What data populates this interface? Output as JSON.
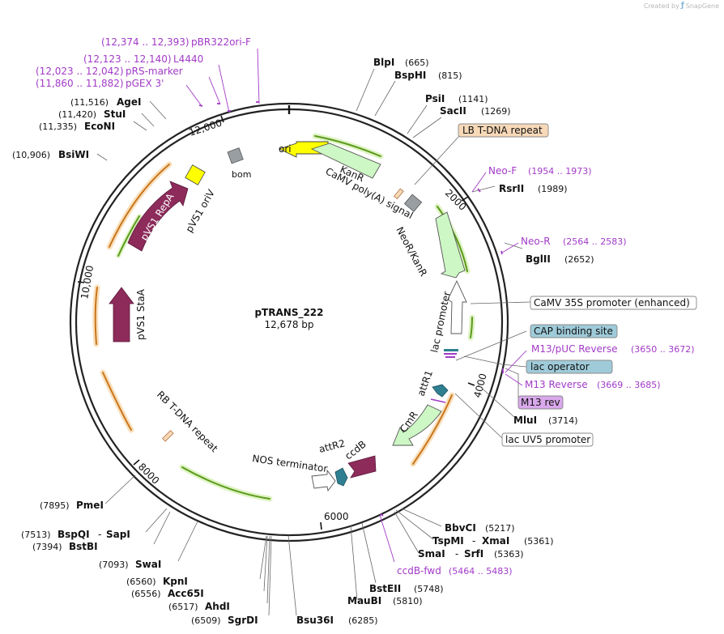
{
  "header": {
    "credit_prefix": "Created by",
    "credit_brand": "SnapGene"
  },
  "plasmid": {
    "name": "pTRANS_222",
    "length": "12,678 bp"
  },
  "ticks": {
    "t2000": "2000",
    "t4000": "4000",
    "t6000": "6000",
    "t8000": "8000",
    "t10000": "10,000",
    "t12000": "12,000"
  },
  "features": {
    "ori": "ori",
    "kanr": "KanR",
    "bom": "bom",
    "pvs1_oriv": "pVS1 oriV",
    "pvs1_repa": "pVS1 RepA",
    "pvs1_staa": "pVS1 StaA",
    "camv_polya": "CaMV poly(A) signal",
    "neor_kanr": "NeoR/KanR",
    "lac_promoter": "lac promoter",
    "attr1": "attR1",
    "cmr": "CmR",
    "ccdb": "ccdB",
    "attr2": "attR2",
    "nos_terminator": "NOS terminator",
    "rb_tdna": "RB T-DNA repeat"
  },
  "callouts": {
    "lb_tdna": "LB T-DNA repeat",
    "camv35s": "CaMV 35S promoter (enhanced)",
    "cap_site": "CAP binding site",
    "lac_operator": "lac operator",
    "m13_rev": "M13 rev",
    "lac_uv5": "lac UV5 promoter"
  },
  "primers": {
    "pbr322": {
      "pos": "(12,374 .. 12,393)",
      "name": "pBR322ori-F"
    },
    "l4440": {
      "pos": "(12,123 .. 12,140)",
      "name": "L4440"
    },
    "prs": {
      "pos": "(12,023 .. 12,042)",
      "name": "pRS-marker"
    },
    "pgex": {
      "pos": "(11,860 .. 11,882)",
      "name": "pGEX 3'"
    },
    "neof": {
      "name": "Neo-F",
      "pos": "(1954 .. 1973)"
    },
    "neor": {
      "name": "Neo-R",
      "pos": "(2564 .. 2583)"
    },
    "m13puc": {
      "name": "M13/pUC Reverse",
      "pos": "(3650 .. 3672)"
    },
    "m13reverse": {
      "name": "M13 Reverse",
      "pos": "(3669 .. 3685)"
    },
    "ccdbfwd": {
      "name": "ccdB-fwd",
      "pos": "(5464 .. 5483)"
    }
  },
  "sites": {
    "blpi": {
      "name": "BlpI",
      "pos": "(665)"
    },
    "bsphi": {
      "name": "BspHI",
      "pos": "(815)"
    },
    "psii": {
      "name": "PsiI",
      "pos": "(1141)"
    },
    "sacii": {
      "name": "SacII",
      "pos": "(1269)"
    },
    "rsrii": {
      "name": "RsrII",
      "pos": "(1989)"
    },
    "bglii": {
      "name": "BglII",
      "pos": "(2652)"
    },
    "mlui": {
      "name": "MluI",
      "pos": "(3714)"
    },
    "bbvci": {
      "name": "BbvCI",
      "pos": "(5217)"
    },
    "tspmi": {
      "name": "TspMI",
      "sep": "-",
      "name2": "XmaI",
      "pos": "(5361)"
    },
    "smai": {
      "name": "SmaI",
      "sep": "-",
      "name2": "SrfI",
      "pos": "(5363)"
    },
    "bsteii": {
      "name": "BstEII",
      "pos": "(5748)"
    },
    "maubi": {
      "name": "MauBI",
      "pos": "(5810)"
    },
    "bsu36i": {
      "name": "Bsu36I",
      "pos": "(6285)"
    },
    "sgrdi": {
      "pos": "(6509)",
      "name": "SgrDI"
    },
    "ahdi": {
      "pos": "(6517)",
      "name": "AhdI"
    },
    "acc65i": {
      "pos": "(6556)",
      "name": "Acc65I"
    },
    "kpni": {
      "pos": "(6560)",
      "name": "KpnI"
    },
    "swai": {
      "pos": "(7093)",
      "name": "SwaI"
    },
    "bstbi": {
      "pos": "(7394)",
      "name": "BstBI"
    },
    "bspqi": {
      "pos": "(7513)",
      "name": "BspQI",
      "sep": "-",
      "name2": "SapI"
    },
    "pmei": {
      "pos": "(7895)",
      "name": "PmeI"
    },
    "bsiwi": {
      "pos": "(10,906)",
      "name": "BsiWI"
    },
    "econi": {
      "pos": "(11,335)",
      "name": "EcoNI"
    },
    "stui": {
      "pos": "(11,420)",
      "name": "StuI"
    },
    "agei": {
      "pos": "(11,516)",
      "name": "AgeI"
    }
  },
  "colors": {
    "backbone": "#222222",
    "marker_green": "#cdf7c4",
    "origin_yellow": "#ffff00",
    "repa_maroon": "#8d2b5b",
    "att_teal": "#2f7f91",
    "misc_gray": "#999ea3",
    "tdna_peach": "#f7d9b8",
    "primer_purple": "#a23ac7",
    "protein_box_blue": "#9fcbd9",
    "primer_box_lilac": "#d9a8ec",
    "orf_green_band": "#7fbf2a",
    "orf_orange_band": "#e8a44a"
  }
}
